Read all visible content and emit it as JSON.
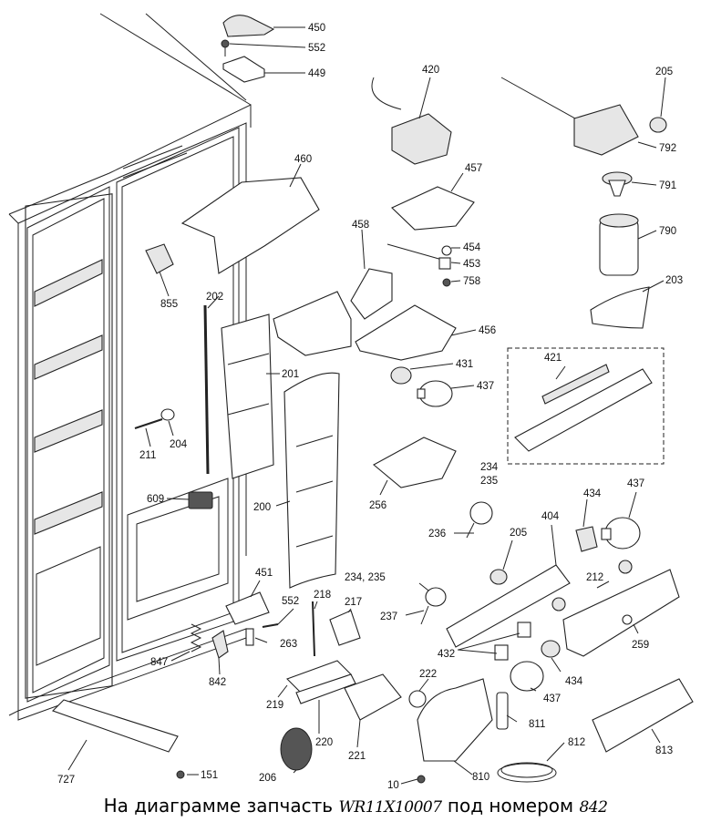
{
  "caption": {
    "prefix": "На диаграмме запчасть",
    "part_number": "WR11X10007",
    "middle": "под номером",
    "callout": "842"
  },
  "labels": {
    "p450": "450",
    "p552a": "552",
    "p449": "449",
    "p420": "420",
    "p205a": "205",
    "p792": "792",
    "p791": "791",
    "p790": "790",
    "p203": "203",
    "p460": "460",
    "p457": "457",
    "p458": "458",
    "p454": "454",
    "p453": "453",
    "p758": "758",
    "p456": "456",
    "p855": "855",
    "p202": "202",
    "p201": "201",
    "p431": "431",
    "p437a": "437",
    "p421": "421",
    "p211": "211",
    "p204": "204",
    "p609": "609",
    "p200": "200",
    "p256": "256",
    "p234a": "234",
    "p235a": "235",
    "p236": "236",
    "p434a": "434",
    "p437b": "437",
    "p404": "404",
    "p205b": "205",
    "p212": "212",
    "p234b": "234, 235",
    "p451": "451",
    "p552b": "552",
    "p218": "218",
    "p217": "217",
    "p237": "237",
    "p263": "263",
    "p847": "847",
    "p842": "842",
    "p432": "432",
    "p259": "259",
    "p434b": "434",
    "p222": "222",
    "p437c": "437",
    "p219": "219",
    "p220": "220",
    "p811": "811",
    "p812": "812",
    "p813": "813",
    "p221": "221",
    "p206": "206",
    "p727": "727",
    "p151": "151",
    "p10": "10",
    "p810": "810"
  }
}
